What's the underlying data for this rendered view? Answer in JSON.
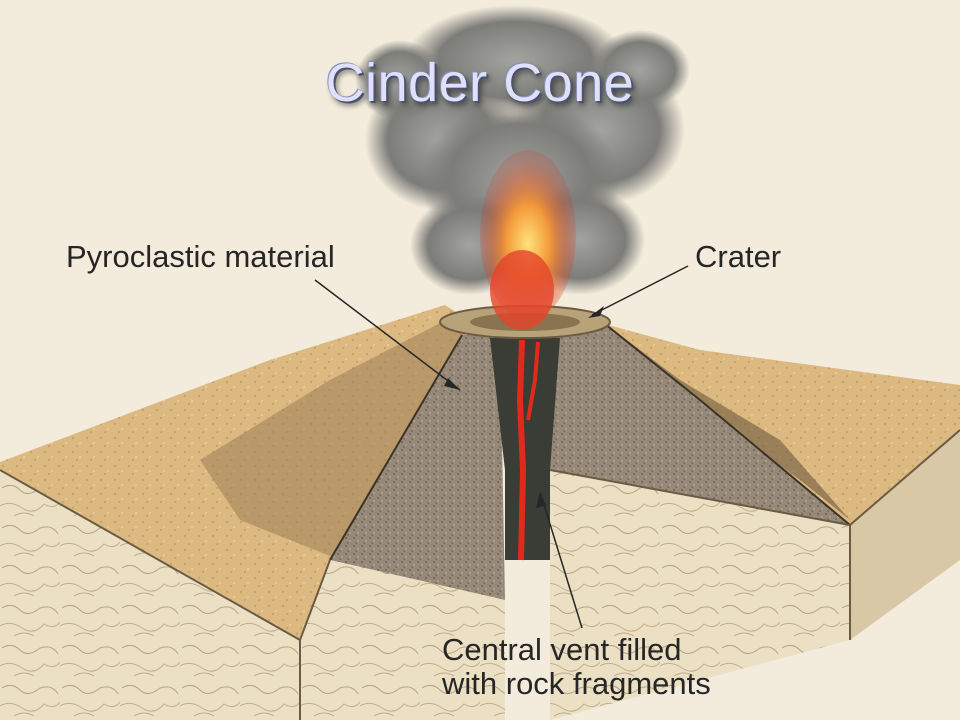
{
  "title": "Cinder Cone",
  "labels": {
    "pyroclastic": "Pyroclastic material",
    "crater": "Crater",
    "vent_line1": "Central vent filled",
    "vent_line2": "with rock fragments"
  },
  "colors": {
    "background": "#f3ecdc",
    "ground_top": "#dcb981",
    "block_face": "#e9dcc0",
    "cone_interior": "#9a8c7a",
    "vent_fill": "#3a3d36",
    "lava": "#e12a1c",
    "ash_cloud": "#8c8c8a",
    "title_text": "#dfe1fb"
  }
}
